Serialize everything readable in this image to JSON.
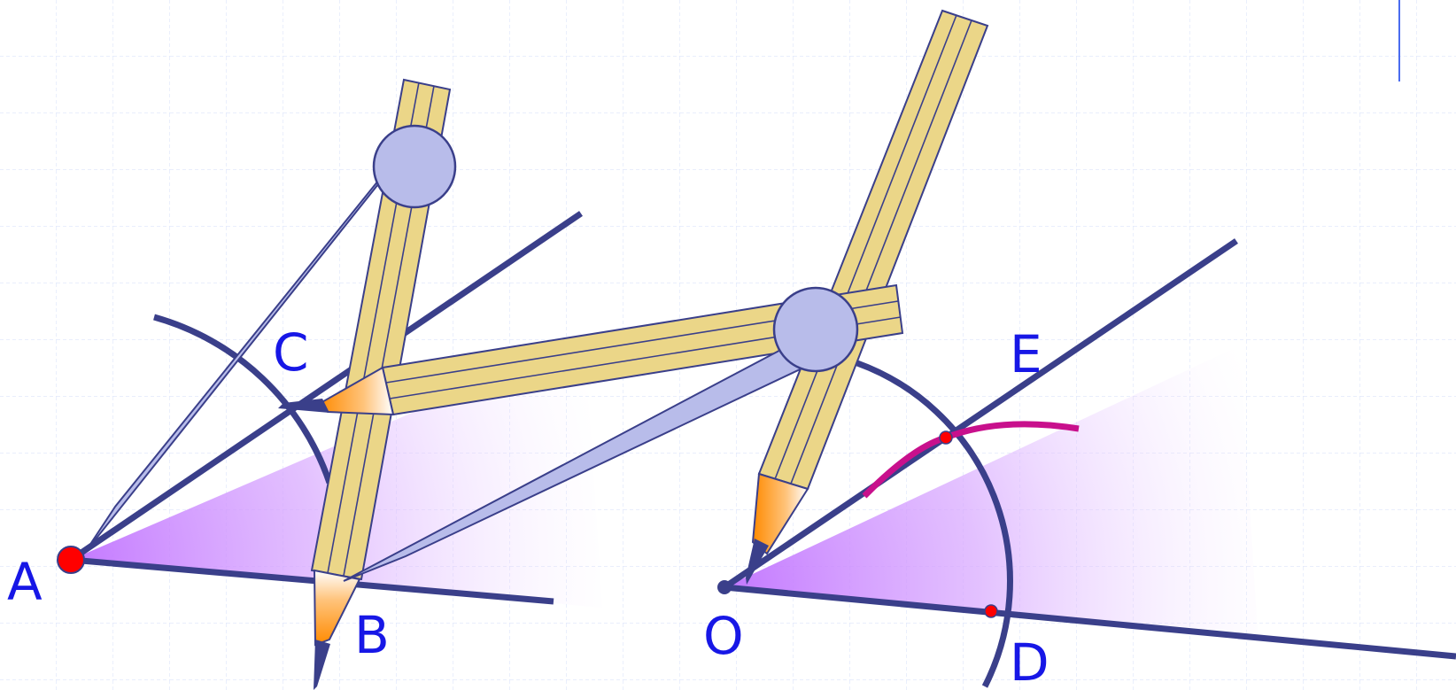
{
  "labels": {
    "A": "A",
    "B": "B",
    "C": "C",
    "O": "O",
    "D": "D",
    "E": "E"
  },
  "colors": {
    "line": "#3a3f8a",
    "point": "#ff0000",
    "arc_highlight": "#c8108c",
    "pencil": "#ebd688",
    "compass_leg": "#b8bcea",
    "wedge": "#c77bff",
    "label": "#1717e6",
    "grid": "#dde5fb"
  }
}
